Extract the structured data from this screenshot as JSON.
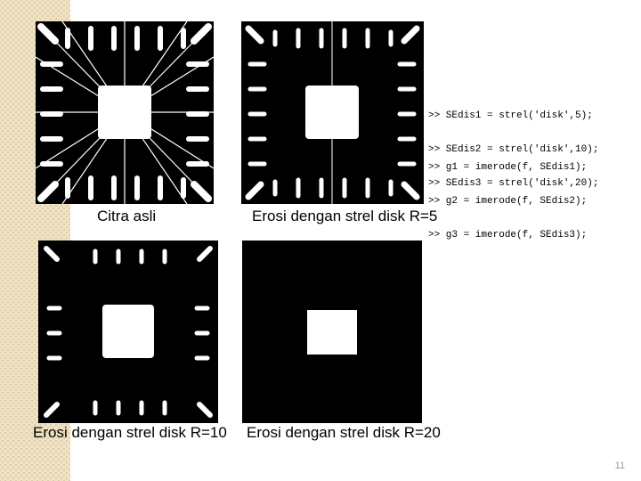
{
  "captions": {
    "original": "Citra asli",
    "r5": "Erosi dengan strel disk R=5",
    "r10": "Erosi dengan strel disk R=10",
    "r20": "Erosi dengan strel disk R=20"
  },
  "code": {
    "block1": [
      ">> SEdis1 = strel('disk',5);",
      ">> SEdis2 = strel('disk',10);",
      ">> SEdis3 = strel('disk',20);"
    ],
    "block2": [
      ">> g1 = imerode(f, SEdis1);",
      ">> g2 = imerode(f, SEdis2);",
      ">> g3 = imerode(f, SEdis3);"
    ]
  },
  "page_number": "11",
  "colors": {
    "background": "#ffffff",
    "image_black": "#000000",
    "image_white": "#ffffff",
    "side_strip": "#efe3c3"
  }
}
